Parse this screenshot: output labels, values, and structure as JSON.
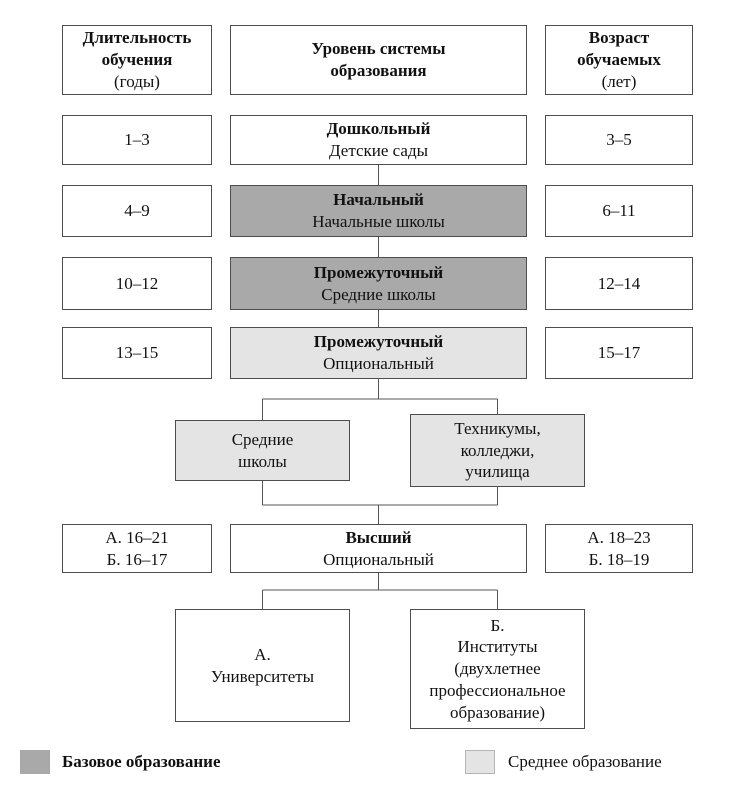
{
  "colors": {
    "dark_gray": "#a9a9a9",
    "light_gray": "#e4e4e4",
    "box_border": "#4d4d4d",
    "line": "#555555",
    "text": "#111111"
  },
  "headers": {
    "duration": {
      "title": "Длительность\nобучения",
      "unit": "(годы)"
    },
    "level": {
      "title": "Уровень системы\nобразования"
    },
    "age": {
      "title": "Возраст\nобучаемых",
      "unit": "(лет)"
    }
  },
  "rows": [
    {
      "duration": "1–3",
      "title": "Дошкольный",
      "subtitle": "Детские сады",
      "age": "3–5"
    },
    {
      "duration": "4–9",
      "title": "Начальный",
      "subtitle": "Начальные школы",
      "age": "6–11"
    },
    {
      "duration": "10–12",
      "title": "Промежуточный",
      "subtitle": "Средние школы",
      "age": "12–14"
    },
    {
      "duration": "13–15",
      "title": "Промежуточный",
      "subtitle": "Опциональный",
      "age": "15–17"
    }
  ],
  "secondary_branches": {
    "left": "Средние\nшколы",
    "right": "Техникумы,\nколледжи,\nучилища"
  },
  "higher": {
    "duration": "А. 16–21\nБ. 16–17",
    "title": "Высший",
    "subtitle": "Опциональный",
    "age": "А. 18–23\nБ. 18–19"
  },
  "higher_branches": {
    "left": "А.\nУниверситеты",
    "right": "Б.\nИнституты\n(двухлетнее\nпрофессиональное\nобразование)"
  },
  "legend": {
    "base": "Базовое образование",
    "secondary": "Среднее образование"
  }
}
